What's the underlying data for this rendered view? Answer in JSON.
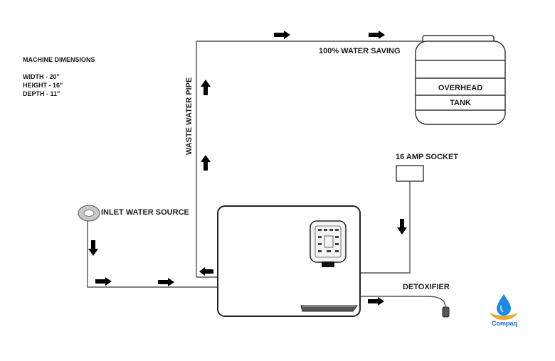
{
  "dimensions": {
    "heading": "MACHINE DIMENSIONS",
    "width": "WIDTH - 20\"",
    "height": "HEIGHT - 16\"",
    "depth": "DEPTH - 11\""
  },
  "labels": {
    "water_saving": "100% WATER SAVING",
    "overhead": "OVERHEAD",
    "tank": "TANK",
    "socket": "16 AMP SOCKET",
    "inlet": "INLET WATER SOURCE",
    "waste_pipe": "WASTE WATER PIPE",
    "detoxifier": "DETOXIFIER"
  },
  "logo": {
    "name": "Compaq",
    "colors": {
      "drop": "#1e88e5",
      "hands": "#f5a623",
      "text": "#1565c0"
    }
  },
  "colors": {
    "line": "#444444",
    "arrow": "#000000"
  }
}
